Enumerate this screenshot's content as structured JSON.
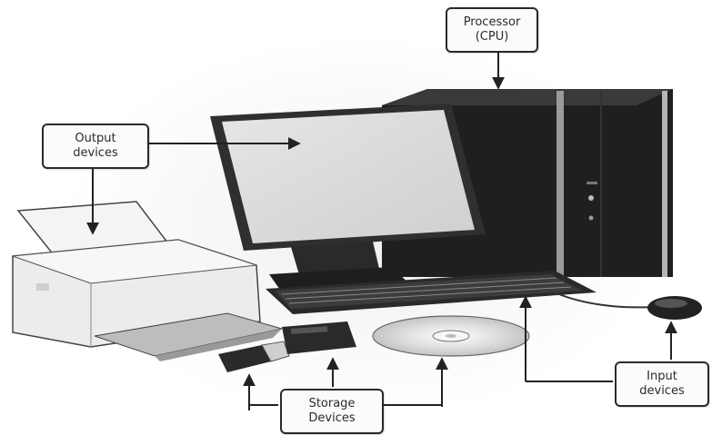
{
  "labels": {
    "processor": {
      "line1": "Processor",
      "line2": "(CPU)"
    },
    "output": {
      "line1": "Output",
      "line2": "devices"
    },
    "storage": {
      "line1": "Storage",
      "line2": "Devices"
    },
    "input": {
      "line1": "Input",
      "line2": "devices"
    }
  },
  "colors": {
    "tower": "#202020",
    "monitor_frame": "#2e2e2e",
    "screen": "#dcdcdc",
    "printer": "#e9e9e9",
    "line": "#222222",
    "background_glow": "#efefef"
  }
}
